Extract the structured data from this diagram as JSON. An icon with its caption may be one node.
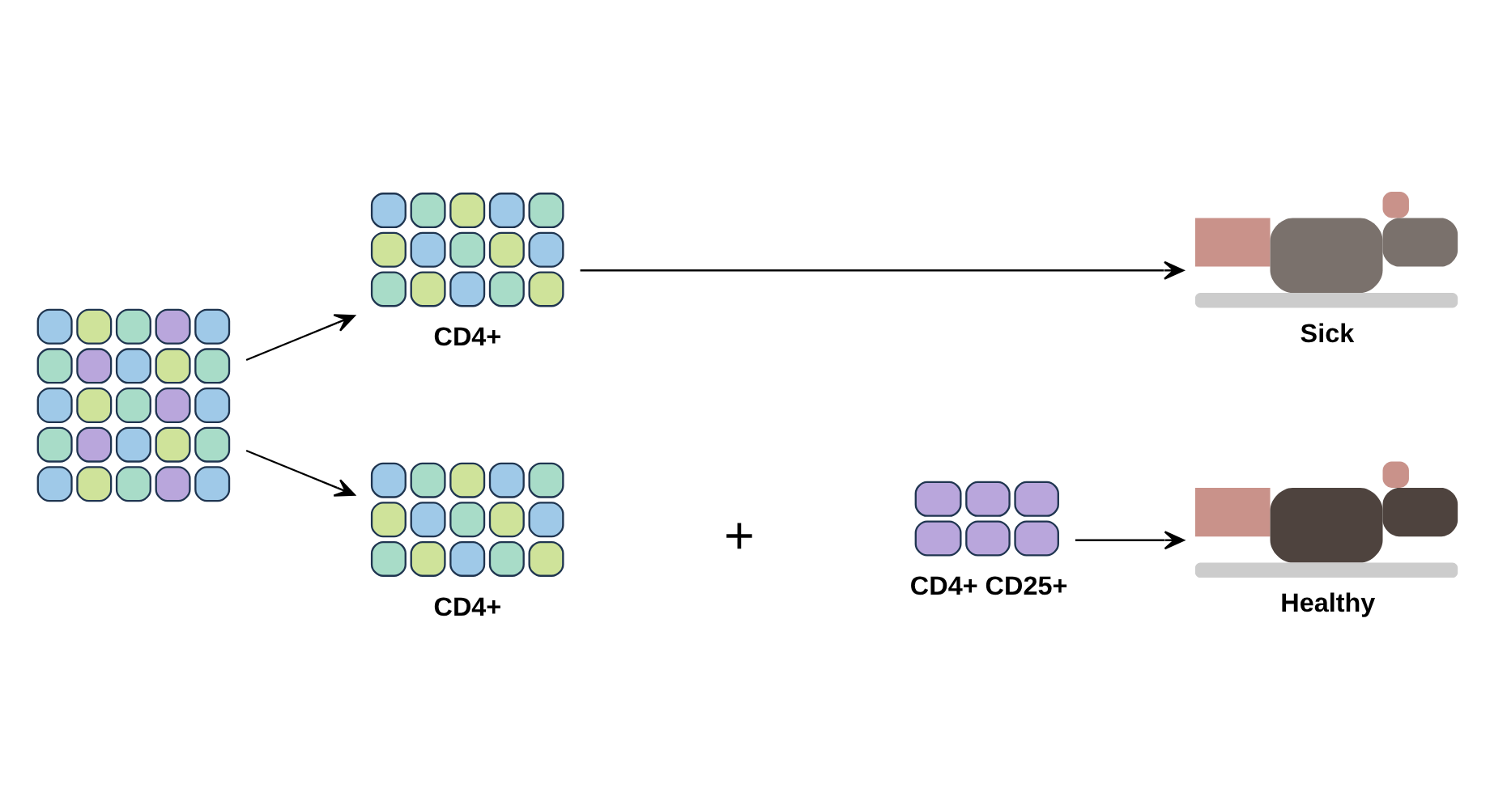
{
  "diagram": {
    "nodes": [
      {
        "text": [],
        "shape": "picture"
      },
      {
        "text": [],
        "shape": "picture",
        "beside": [
          "CD4+"
        ]
      },
      {
        "text": [],
        "shape": "picture",
        "beside": [
          "CD4+"
        ]
      },
      {
        "text": [],
        "shape": "picture",
        "beside": [
          "CD4+ CD25+"
        ]
      },
      {
        "text": [],
        "shape": "picture",
        "beside": [
          "Sick"
        ]
      },
      {
        "text": [],
        "shape": "picture",
        "beside": [
          "Healthy"
        ]
      }
    ],
    "edges": [
      {
        "from": 0,
        "to": 1,
        "arrow": "to"
      },
      {
        "from": 0,
        "to": 2,
        "arrow": "to"
      },
      {
        "from": 1,
        "to": 4,
        "arrow": "to"
      },
      {
        "from": 3,
        "to": 5,
        "arrow": "to"
      }
    ],
    "labels": [
      "+"
    ]
  }
}
